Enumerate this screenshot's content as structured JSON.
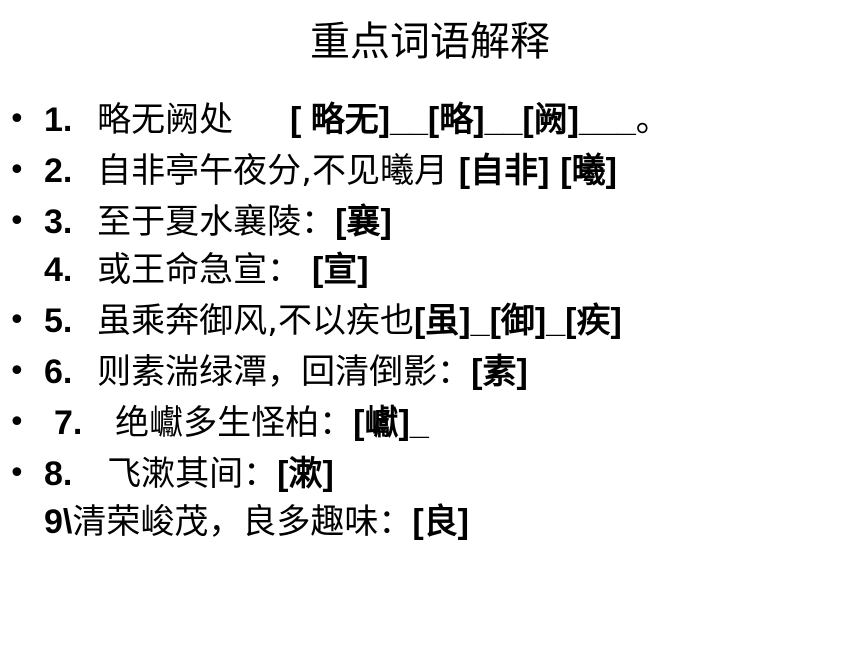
{
  "title": "重点词语解释",
  "bullet": "•",
  "items": [
    {
      "num": "1.",
      "text": "略无阙处",
      "b1": "[ 略无]",
      "s1": "__",
      "b2": "[略]",
      "s2": "__",
      "b3": "[阙]",
      "s3": "___",
      "end": "。"
    },
    {
      "num": "2.",
      "text": "自非亭午夜分,不见曦月",
      "b1": "[自非]",
      "b2": "[曦]"
    },
    {
      "num": "3.",
      "text": "至于夏水襄陵：",
      "b1": "[襄]"
    },
    {
      "num": "4.",
      "text": "或王命急宣：",
      "b1": "[宣]"
    },
    {
      "num": "5.",
      "text": "虽乘奔御风,不以疾也",
      "b1": "[虽]",
      "s1": "_",
      "b2": "[御]",
      "s2": "_",
      "b3": "[疾]"
    },
    {
      "num": "6.",
      "text": "则素湍绿潭，回清倒影：",
      "b1": "[素]"
    },
    {
      "num": "7.",
      "text": "绝巘多生怪柏：",
      "b1": "[巘]",
      "s1": "_"
    },
    {
      "num": "8.",
      "text": "飞漱其间：",
      "b1": "[漱]"
    },
    {
      "num": "9\\",
      "text": "清荣峻茂，良多趣味：",
      "b1": "[良]"
    }
  ]
}
